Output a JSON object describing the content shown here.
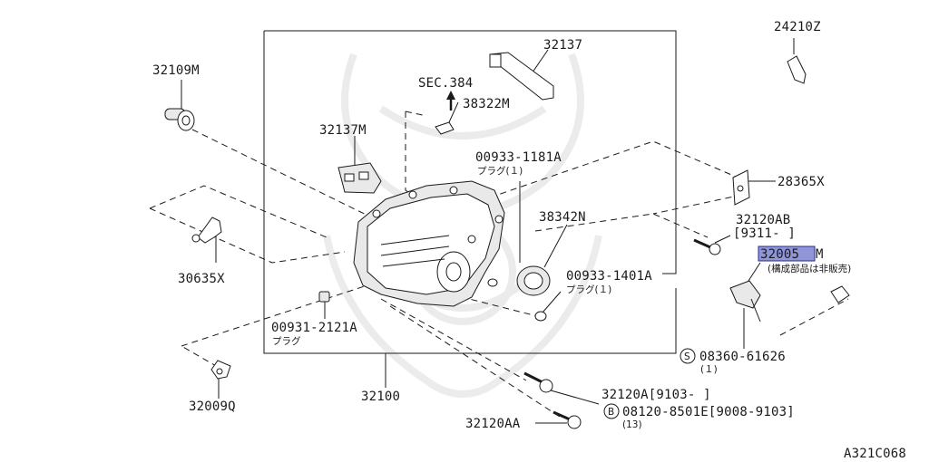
{
  "diagram": {
    "code": "A321C068",
    "parts": {
      "p32109M": "32109M",
      "p32137M": "32137M",
      "p30635X": "30635X",
      "p00931": "00931-2121A",
      "p00931_note": "プラグ",
      "p32009Q": "32009Q",
      "p32100": "32100",
      "p32120AA": "32120AA",
      "sec": "SEC.384",
      "p38322M": "38322M",
      "p32137": "32137",
      "p00933a": "00933-1181A",
      "p00933a_note": "プラグ(１)",
      "p38342N": "38342N",
      "p00933b": "00933-1401A",
      "p00933b_note": "プラグ(１)",
      "p24210Z": "24210Z",
      "p28365X": "28365X",
      "p32120AB": "32120AB",
      "p32120AB_date": "[9311-    ]",
      "p32005_hl": "32005",
      "p32005_m": "M",
      "p32005_note": "(構成部品は非販売)",
      "p08360": "08360-61626",
      "p08360_mark": "S",
      "p08360_qty": "(１)",
      "p32120A": "32120A[9103-    ]",
      "p08120": "08120-8501E[9008-9103]",
      "p08120_mark": "B",
      "p08120_qty": "(13)"
    }
  }
}
